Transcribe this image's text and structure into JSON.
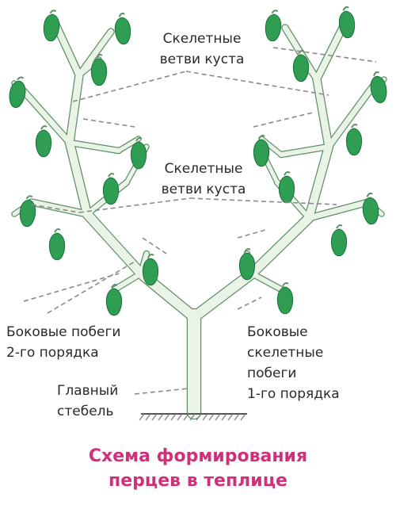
{
  "labels": {
    "skeletal_top": [
      "Скелетные",
      "ветви куста"
    ],
    "skeletal_mid": [
      "Скелетные",
      "ветви куста"
    ],
    "side_shoots_2nd": [
      "Боковые побеги",
      "2-го порядка"
    ],
    "side_shoots_1st": [
      "Боковые",
      "скелетные",
      "побеги",
      "1-го порядка"
    ],
    "main_stem": [
      "Главный",
      "стебель"
    ]
  },
  "title": [
    "Схема формирования",
    "перцев в теплице"
  ],
  "colors": {
    "background": "#ffffff",
    "stem_fill": "#e9f4e6",
    "stem_outline": "#5f8f6a",
    "leaf": "#2f9e52",
    "leaf_dark": "#17703a",
    "dash": "#8a8a8a",
    "title": "#d0307a",
    "text": "#2a2a2a"
  }
}
